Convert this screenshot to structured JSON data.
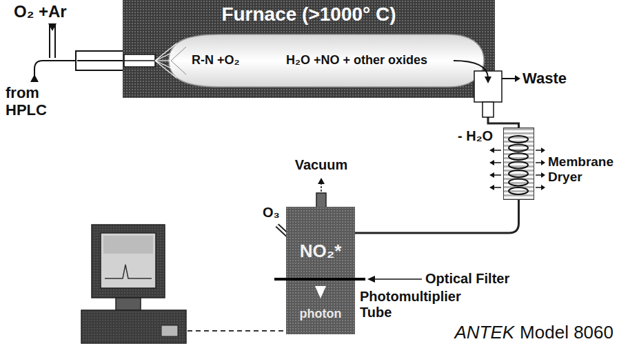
{
  "diagram": {
    "nodes": [
      {
        "text": [
          "Furnace (>1000° C)"
        ]
      },
      {
        "text": [
          "R-N +O₂",
          "H₂O +NO + other oxides"
        ],
        "in": 0
      },
      {
        "text": [
          "Membrane Dryer"
        ]
      },
      {
        "text": [
          "NO₂*"
        ]
      },
      {
        "text": [
          "photon",
          "Photomultiplier Tube"
        ]
      }
    ],
    "edges": [
      {
        "from": 1,
        "to": 2,
        "arrow": "none"
      },
      {
        "from": 2,
        "to": 3,
        "arrow": "none"
      }
    ],
    "labels": [
      "O₂ +Ar",
      "from HPLC",
      "Waste",
      "- H₂O",
      "Vacuum",
      "O₃",
      "Optical Filter",
      "ANTEK",
      "Model 8060"
    ]
  }
}
